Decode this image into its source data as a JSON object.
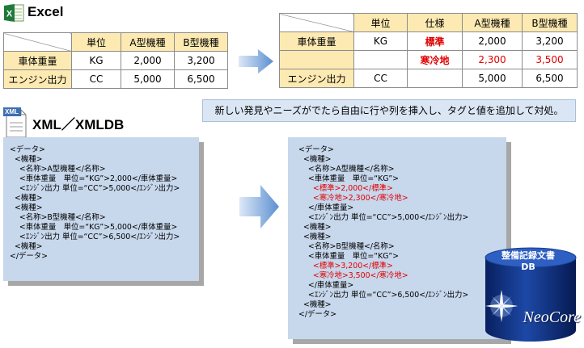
{
  "excel": {
    "title": "Excel",
    "before": {
      "headers": [
        "",
        "単位",
        "A型機種",
        "B型機種"
      ],
      "rows": [
        [
          "車体重量",
          "KG",
          "2,000",
          "3,200"
        ],
        [
          "エンジン出力",
          "CC",
          "5,000",
          "6,500"
        ]
      ]
    },
    "after": {
      "headers": [
        "",
        "単位",
        "仕様",
        "A型機種",
        "B型機種"
      ],
      "rows": [
        [
          "車体重量",
          "KG",
          "標準",
          "2,000",
          "3,200"
        ],
        [
          "",
          "",
          "寒冷地",
          "2,300",
          "3,500"
        ],
        [
          "エンジン出力",
          "CC",
          "",
          "5,000",
          "6,500"
        ]
      ]
    }
  },
  "xml": {
    "title": "XML／XMLDB",
    "icon_label": "XML",
    "note": "新しい発見やニーズがでたら自由に行や列を挿入し、タグと値を追加して対処。",
    "before_lines": [
      "<データ>",
      "  <機種>",
      "    <名称>A型機種</名称>",
      "    <車体重量　単位=“KG”>2,000</車体重量>",
      "    <ｴﾝｼﾞﾝ出力 単位=“CC”>5,000</ｴﾝｼﾞﾝ出力>",
      "  <機種>",
      "  <機種>",
      "    <名称>B型機種</名称>",
      "    <車体重量　単位=“KG”>5,000</車体重量>",
      "    <ｴﾝｼﾞﾝ出力 単位=“CC”>6,500</ｴﾝｼﾞﾝ出力>",
      "  <機種>",
      "</データ>"
    ],
    "after_lines": [
      "<データ>",
      "  <機種>",
      "    <名称>A型機種</名称>",
      "    <車体重量　単位=“KG”>",
      "      <標準>2,000</標準>",
      "      <寒冷地>2,300</寒冷地>",
      "    </車体重量>",
      "    <ｴﾝｼﾞﾝ出力 単位=“CC”>5,000</ｴﾝｼﾞﾝ出力>",
      "  <機種>",
      "  <機種>",
      "    <名称>B型機種</名称>",
      "    <車体重量　単位=“KG”>",
      "      <標準>3,200</標準>",
      "      <寒冷地>3,500</寒冷地>",
      "    </車体重量>",
      "    <ｴﾝｼﾞﾝ出力 単位=“CC”>6,500</ｴﾝｼﾞﾝ出力>",
      "  <機種>",
      "</データ>"
    ],
    "after_red_line_indices": [
      4,
      5,
      12,
      13
    ]
  },
  "db": {
    "label_line1": "整備記録文書",
    "label_line2": "DB",
    "logo": "NeoCore"
  },
  "colors": {
    "header_fill": "#fdeab2",
    "highlight_red": "#e00000",
    "panel_blue": "#c7d7ec",
    "arrow_blue": "#5b8fd0",
    "db_navy": "#0b2775"
  }
}
